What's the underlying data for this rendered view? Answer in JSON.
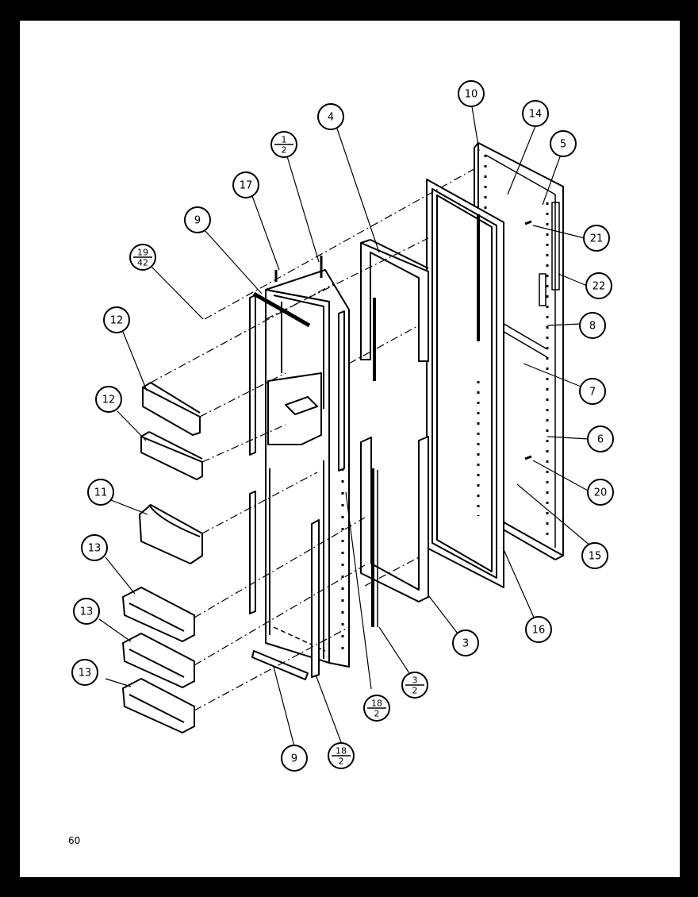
{
  "page_number": "60",
  "callouts": [
    {
      "id": "c10",
      "text": "10"
    },
    {
      "id": "c14",
      "text": "14"
    },
    {
      "id": "c5",
      "text": "5"
    },
    {
      "id": "c4",
      "text": "4"
    },
    {
      "id": "c1-2",
      "num": "1",
      "den": "2"
    },
    {
      "id": "c17",
      "text": "17"
    },
    {
      "id": "c9-top",
      "text": "9"
    },
    {
      "id": "c19-42",
      "num": "19",
      "den": "42"
    },
    {
      "id": "c21",
      "text": "21"
    },
    {
      "id": "c22",
      "text": "22"
    },
    {
      "id": "c12-a",
      "text": "12"
    },
    {
      "id": "c8",
      "text": "8"
    },
    {
      "id": "c12-b",
      "text": "12"
    },
    {
      "id": "c7",
      "text": "7"
    },
    {
      "id": "c6",
      "text": "6"
    },
    {
      "id": "c11",
      "text": "11"
    },
    {
      "id": "c20",
      "text": "20"
    },
    {
      "id": "c13-a",
      "text": "13"
    },
    {
      "id": "c15",
      "text": "15"
    },
    {
      "id": "c13-b",
      "text": "13"
    },
    {
      "id": "c16",
      "text": "16"
    },
    {
      "id": "c3",
      "text": "3"
    },
    {
      "id": "c13-c",
      "text": "13"
    },
    {
      "id": "c3-2",
      "num": "3",
      "den": "2"
    },
    {
      "id": "c18-2-a",
      "num": "18",
      "den": "2"
    },
    {
      "id": "c9-bottom",
      "text": "9"
    },
    {
      "id": "c18-2-b",
      "num": "18",
      "den": "2"
    }
  ]
}
